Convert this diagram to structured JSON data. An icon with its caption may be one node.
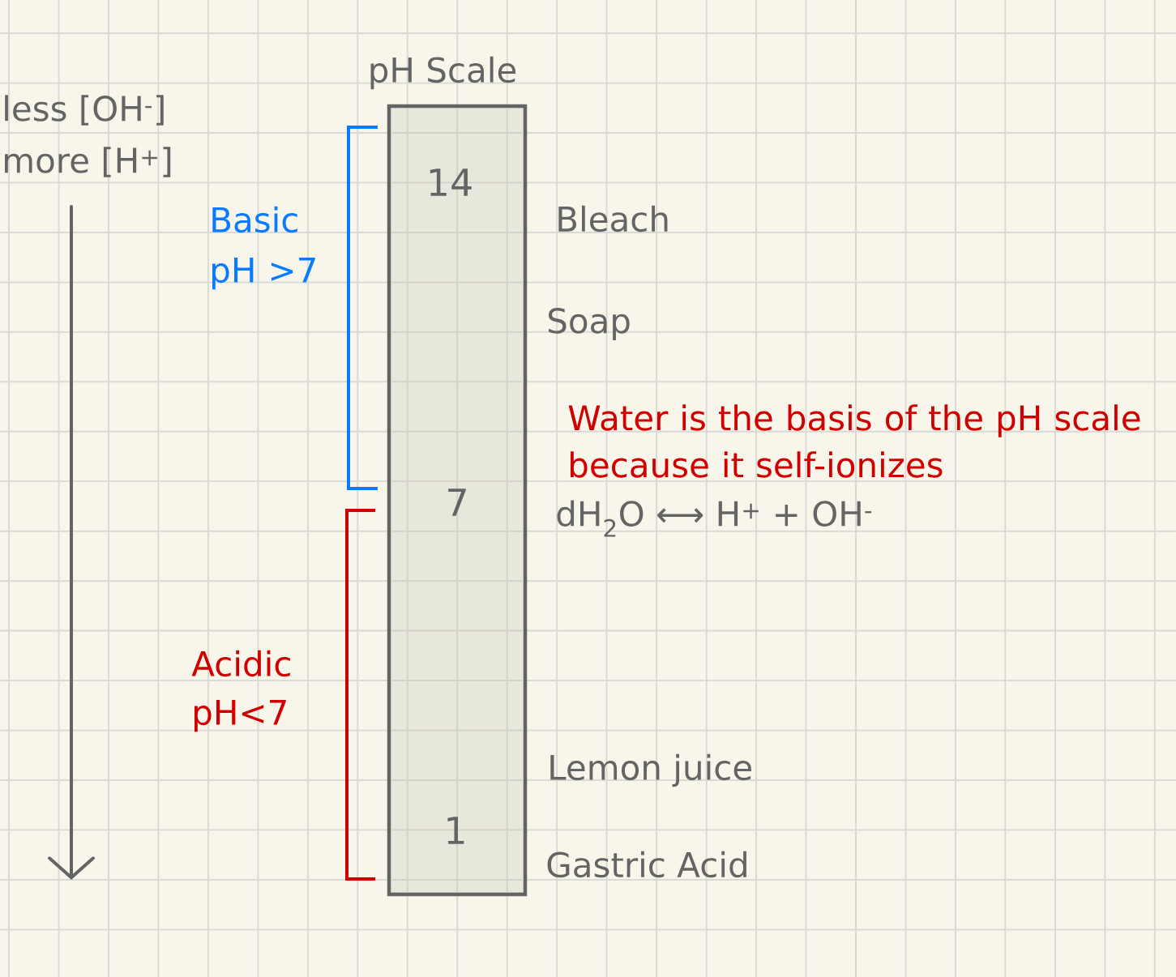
{
  "diagram": {
    "nodes": [
      {
        "text": [
          "pH Scale",
          "14",
          "7",
          "1"
        ],
        "beside": [
          "Bleach",
          "Soap",
          "Lemon juice",
          "Gastric Acid"
        ]
      }
    ],
    "labels": [
      "less [OH$^{-}$]",
      "more [H$^{+}$]",
      "Basic pH >7",
      "Water is the basis of the pH scale because it self-ionizes",
      "dH$_{2}$O ⟷ H$^{+}$ + OH$^{-}$",
      "Acidic pH<7"
    ]
  }
}
